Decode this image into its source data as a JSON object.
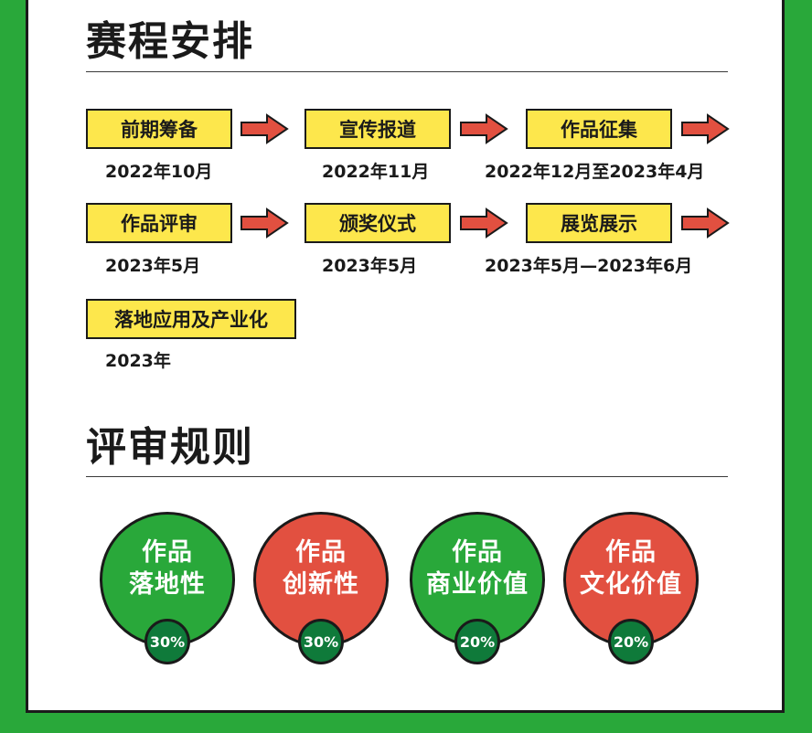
{
  "schedule": {
    "title": "赛程安排",
    "steps": [
      {
        "label": "前期筹备",
        "date": "2022年10月"
      },
      {
        "label": "宣传报道",
        "date": "2022年11月"
      },
      {
        "label": "作品征集",
        "date": "2022年12月至2023年4月"
      },
      {
        "label": "作品评审",
        "date": "2023年5月"
      },
      {
        "label": "颁奖仪式",
        "date": "2023年5月"
      },
      {
        "label": "展览展示",
        "date": "2023年5月—2023年6月"
      },
      {
        "label": "落地应用及产业化",
        "date": "2023年"
      }
    ]
  },
  "rules": {
    "title": "评审规则",
    "criteria": [
      {
        "line1": "作品",
        "line2": "落地性",
        "weight": "30%",
        "color": "#29a83a"
      },
      {
        "line1": "作品",
        "line2": "创新性",
        "weight": "30%",
        "color": "#e25040"
      },
      {
        "line1": "作品",
        "line2": "商业价值",
        "weight": "20%",
        "color": "#29a83a"
      },
      {
        "line1": "作品",
        "line2": "文化价值",
        "weight": "20%",
        "color": "#e25040"
      }
    ]
  },
  "colors": {
    "background_green": "#29a83a",
    "accent_red": "#e25040",
    "step_yellow": "#fde74c",
    "badge_dark_green": "#0f7a3a",
    "arrow_red": "#e25040"
  },
  "icons": {
    "flow_arrow": "right-arrow-icon"
  }
}
